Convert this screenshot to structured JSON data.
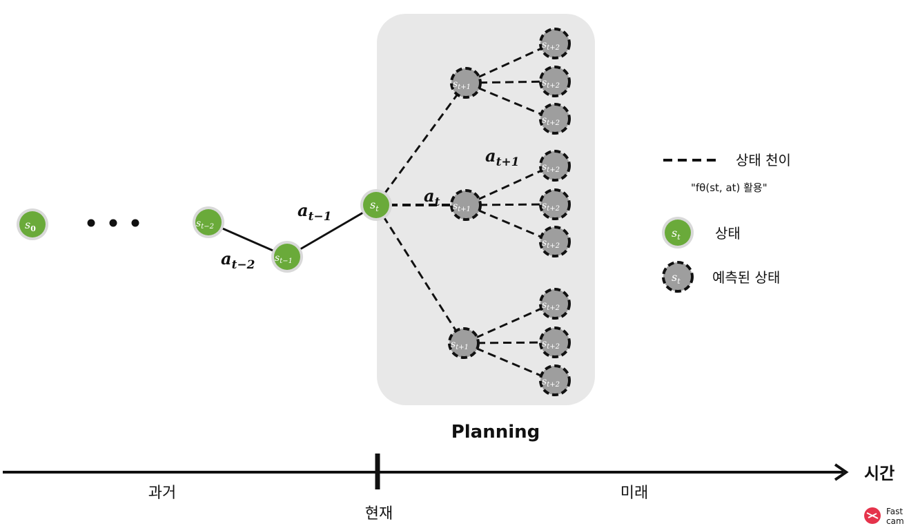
{
  "planning_label": "Planning",
  "timeline": {
    "past": "과거",
    "present": "현재",
    "future": "미래",
    "time": "시간"
  },
  "legend": {
    "transition": "상태 천이",
    "transition_note": "\"fθ(st, at) 활용\"",
    "state": "상태",
    "predicted_state": "예측된 상태",
    "node_label": "s",
    "node_sub": "t"
  },
  "nodes": {
    "s0": {
      "base": "s",
      "sub": "0"
    },
    "s_tm2": {
      "base": "s",
      "sub": "t−2"
    },
    "s_tm1": {
      "base": "s",
      "sub": "t−1"
    },
    "s_t": {
      "base": "s",
      "sub": "t"
    },
    "s_tp1": {
      "base": "s",
      "sub": "t+1"
    },
    "s_tp2": {
      "base": "s",
      "sub": "t+2"
    }
  },
  "actions": {
    "a_tm2": {
      "base": "a",
      "sub": "t−2"
    },
    "a_tm1": {
      "base": "a",
      "sub": "t−1"
    },
    "a_t": {
      "base": "a",
      "sub": "t"
    },
    "a_tp1": {
      "base": "a",
      "sub": "t+1"
    }
  },
  "brand": {
    "line1": "Fast",
    "line2": "cam"
  },
  "colors": {
    "state_green": "#6aaa3a",
    "state_ring": "#d9d9d9",
    "predicted_gray": "#9e9e9e",
    "planning_bg": "#e8e8e8",
    "brand_red": "#e5334b"
  }
}
